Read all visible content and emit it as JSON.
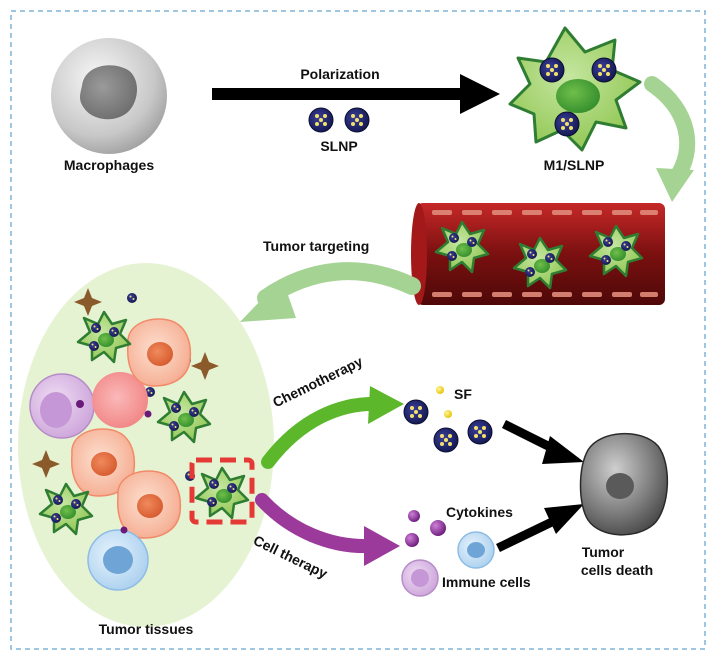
{
  "labels": {
    "macrophages": "Macrophages",
    "polarization": "Polarization",
    "slnp": "SLNP",
    "m1_slnp": "M1/SLNP",
    "tumor_targeting": "Tumor targeting",
    "chemotherapy": "Chemotherapy",
    "sf": "SF",
    "cell_therapy": "Cell therapy",
    "cytokines": "Cytokines",
    "immune_cells": "Immune cells",
    "tumor_cells_death_line1": "Tumor",
    "tumor_cells_death_line2": "cells death",
    "tumor_tissues": "Tumor tissues"
  },
  "colors": {
    "frame": "#7fb3d5",
    "m1_cell": "#8bc34a",
    "m1_outline": "#2e7d32",
    "nanoparticle": "#1a237e",
    "vessel": "#8b1a1a",
    "tumor_tissue": "#e6f3d3",
    "chemo_arrow": "#5cb82a",
    "cell_therapy_arrow": "#9b3a9b",
    "targeting_arrow": "#a5d394",
    "highlight_box": "#e53935"
  }
}
